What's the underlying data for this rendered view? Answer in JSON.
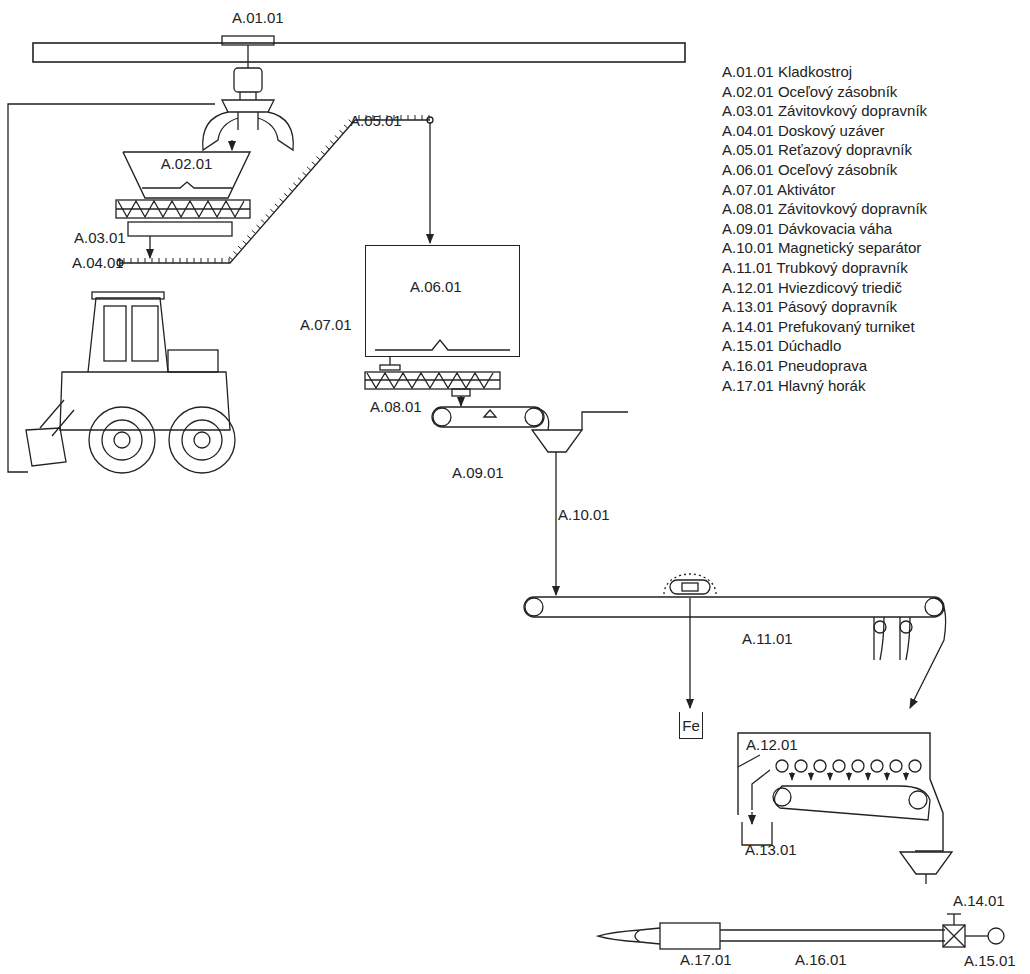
{
  "diagram": {
    "nodes": [
      {
        "text": [
          "A.02.01"
        ]
      },
      {
        "text": [
          "A.06.01"
        ]
      },
      {
        "text": [
          "Fe"
        ]
      },
      {
        "text": [
          "A.12.01"
        ]
      }
    ],
    "labels": [
      "A.01.01",
      "A.05.01",
      "A.03.01",
      "A.04.01",
      "A.07.01",
      "A.08.01",
      "A.09.01",
      "A.10.01",
      "A.11.01",
      "A.13.01",
      "A.14.01",
      "A.17.01",
      "A.16.01",
      "A.15.01",
      "A.01.01 Kladkostroj",
      "A.02.01 Oceľový zásobník",
      "A.03.01 Závitovkový  dopravník",
      "A.04.01 Doskový uzáver",
      "A.05.01 Reťazový dopravník",
      "A.06.01 Oceľový zásobník",
      "A.07.01 Aktivátor",
      "A.08.01 Závitovkový dopravník",
      "A.09.01 Dávkovacia váha",
      "A.10.01 Magnetický separátor",
      "A.11.01 Trubkový dopravník",
      "A.12.01 Hviezdicový triedič",
      "A.13.01 Pásový dopravník",
      "A.14.01 Prefukovaný turniket",
      "A.15.01 Dúchadlo",
      "A.16.01 Pneudoprava",
      "A.17.01 Hlavný horák"
    ]
  }
}
